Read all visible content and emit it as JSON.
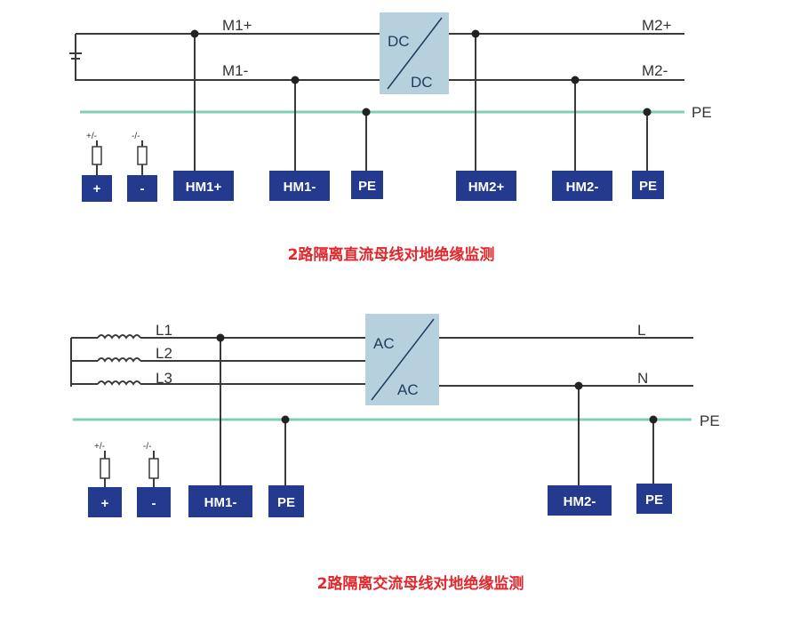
{
  "dc_diagram": {
    "bus_labels": {
      "m1p": "M1+",
      "m1n": "M1-",
      "m2p": "M2+",
      "m2n": "M2-",
      "pe": "PE"
    },
    "converter": {
      "top": "DC",
      "bottom": "DC"
    },
    "fuse_labels": {
      "pos": "+/-",
      "neg": "-/-"
    },
    "terminals": [
      "+",
      "-",
      "HM1+",
      "HM1-",
      "PE",
      "HM2+",
      "HM2-",
      "PE"
    ],
    "title": "2路隔离直流母线对地绝缘监测"
  },
  "ac_diagram": {
    "phase_labels": [
      "L1",
      "L2",
      "L3"
    ],
    "out_labels": {
      "l": "L",
      "n": "N",
      "pe": "PE"
    },
    "converter": {
      "top": "AC",
      "bottom": "AC"
    },
    "fuse_labels": {
      "pos": "+/-",
      "neg": "-/-"
    },
    "terminals": [
      "+",
      "-",
      "HM1-",
      "PE",
      "HM2-",
      "PE"
    ],
    "title": "2路隔离交流母线对地绝缘监测"
  },
  "colors": {
    "terminal": "#233a8f",
    "converter": "#b7d0de",
    "pe_line": "#7fd0b0",
    "title": "#e3262b"
  }
}
